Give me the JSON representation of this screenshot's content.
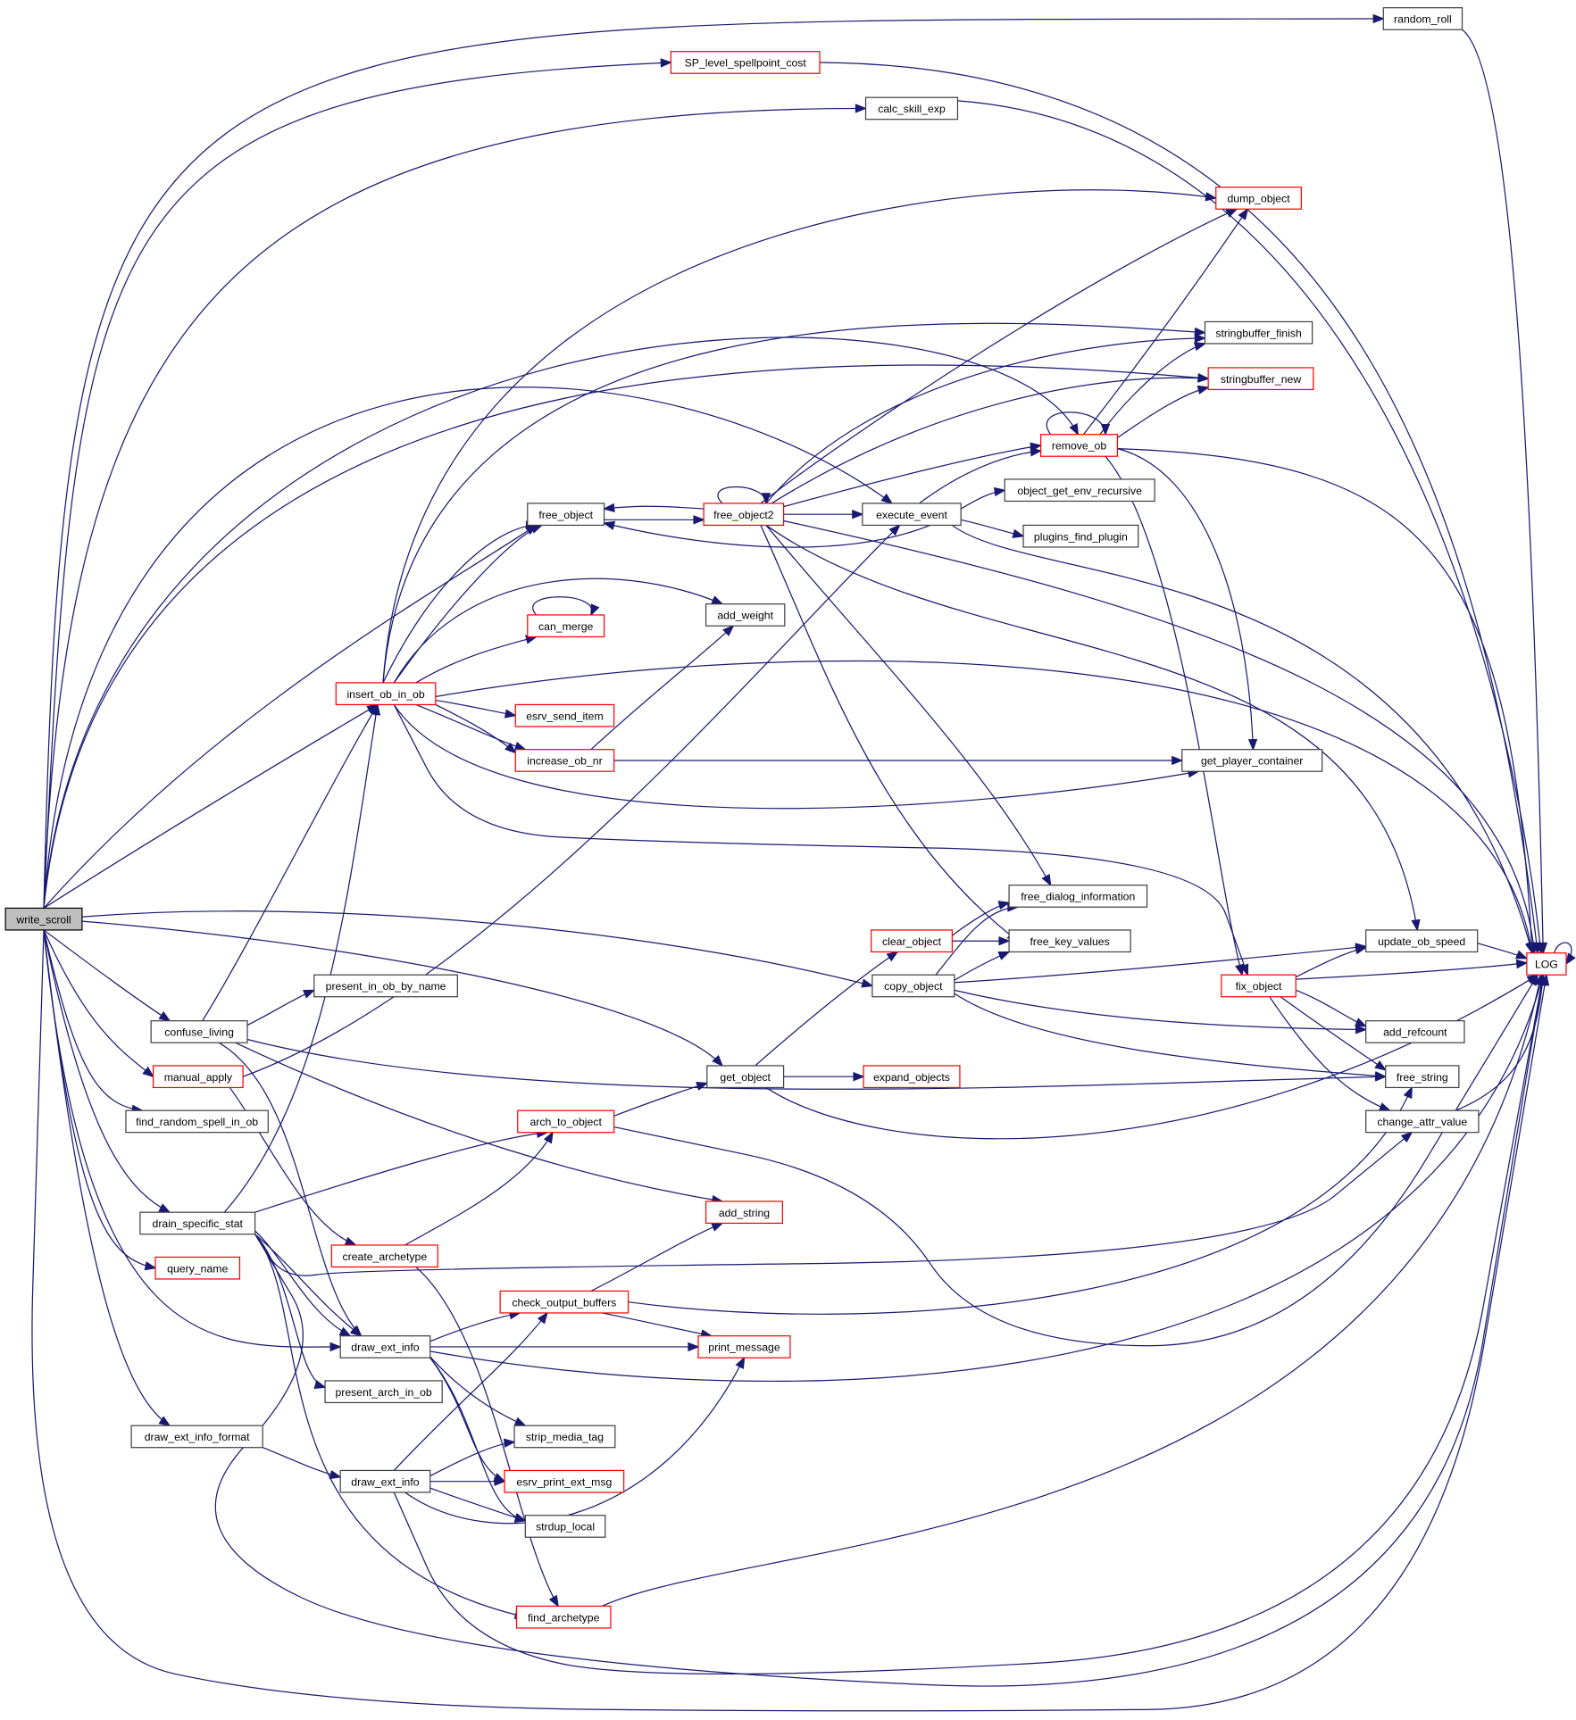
{
  "title": "write_scroll call graph",
  "colors": {
    "edge": "#191970",
    "root_fill": "#bfbfbf",
    "red_border": "#ff0000",
    "black_border": "#404040"
  },
  "nodes": {
    "write_scroll": "write_scroll",
    "random_roll": "random_roll",
    "SP_level_spellpoint_cost": "SP_level_spellpoint_cost",
    "calc_skill_exp": "calc_skill_exp",
    "dump_object": "dump_object",
    "stringbuffer_finish": "stringbuffer_finish",
    "stringbuffer_new": "stringbuffer_new",
    "remove_ob": "remove_ob",
    "free_object": "free_object",
    "free_object2": "free_object2",
    "execute_event": "execute_event",
    "object_get_env_recursive": "object_get_env_recursive",
    "plugins_find_plugin": "plugins_find_plugin",
    "add_weight": "add_weight",
    "can_merge": "can_merge",
    "insert_ob_in_ob": "insert_ob_in_ob",
    "esrv_send_item": "esrv_send_item",
    "increase_ob_nr": "increase_ob_nr",
    "get_player_container": "get_player_container",
    "free_dialog_information": "free_dialog_information",
    "clear_object": "clear_object",
    "free_key_values": "free_key_values",
    "update_ob_speed": "update_ob_speed",
    "LOG": "LOG",
    "present_in_ob_by_name": "present_in_ob_by_name",
    "copy_object": "copy_object",
    "fix_object": "fix_object",
    "confuse_living": "confuse_living",
    "add_refcount": "add_refcount",
    "manual_apply": "manual_apply",
    "get_object": "get_object",
    "expand_objects": "expand_objects",
    "free_string": "free_string",
    "find_random_spell_in_ob": "find_random_spell_in_ob",
    "arch_to_object": "arch_to_object",
    "change_attr_value": "change_attr_value",
    "drain_specific_stat": "drain_specific_stat",
    "add_string": "add_string",
    "create_archetype": "create_archetype",
    "query_name": "query_name",
    "check_output_buffers": "check_output_buffers",
    "draw_ext_info": "draw_ext_info",
    "print_message": "print_message",
    "present_arch_in_ob": "present_arch_in_ob",
    "strip_media_tag": "strip_media_tag",
    "draw_ext_info_format": "draw_ext_info_format",
    "draw_ext_info_2": "draw_ext_info",
    "esrv_print_ext_msg": "esrv_print_ext_msg",
    "strdup_local": "strdup_local",
    "find_archetype": "find_archetype"
  }
}
